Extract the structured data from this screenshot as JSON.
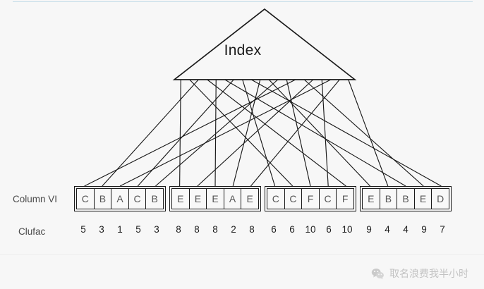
{
  "figure": {
    "index_label": "Index",
    "row_labels": {
      "column": "Column VI",
      "clufac": "Clufac"
    }
  },
  "chart_data": {
    "type": "diagram",
    "title": "Index",
    "description": "Index triangle with fan of mapping lines to four grouped cell blocks",
    "groups": [
      {
        "letters": [
          "C",
          "B",
          "A",
          "C",
          "B"
        ],
        "values": [
          5,
          3,
          1,
          5,
          3
        ]
      },
      {
        "letters": [
          "E",
          "E",
          "E",
          "A",
          "E"
        ],
        "values": [
          8,
          8,
          8,
          2,
          8
        ]
      },
      {
        "letters": [
          "C",
          "C",
          "F",
          "C",
          "F"
        ],
        "values": [
          6,
          6,
          10,
          6,
          10
        ]
      },
      {
        "letters": [
          "E",
          "B",
          "B",
          "E",
          "D"
        ],
        "values": [
          9,
          4,
          4,
          9,
          7
        ]
      }
    ],
    "row_names": [
      "Column VI",
      "Clufac"
    ],
    "mapping_lines": [
      [
        250,
        124
      ],
      [
        257,
        150
      ],
      [
        264,
        176
      ],
      [
        271,
        202
      ],
      [
        278,
        228
      ],
      [
        285,
        254
      ],
      [
        292,
        280
      ],
      [
        299,
        306
      ],
      [
        306,
        332
      ],
      [
        313,
        358
      ],
      [
        320,
        384
      ],
      [
        327,
        410
      ],
      [
        334,
        436
      ],
      [
        341,
        462
      ],
      [
        348,
        488
      ],
      [
        355,
        514
      ],
      [
        362,
        540
      ],
      [
        369,
        566
      ],
      [
        376,
        592
      ],
      [
        383,
        618
      ]
    ]
  },
  "watermark": {
    "text": "取名浪费我半小时",
    "icon": "wechat-icon"
  },
  "colors": {
    "background": "#f7f7f7",
    "stroke": "#1a1a1a",
    "top_rule": "#c3dbe8",
    "cell_text": "#555555",
    "label_text": "#4a4a4a"
  }
}
